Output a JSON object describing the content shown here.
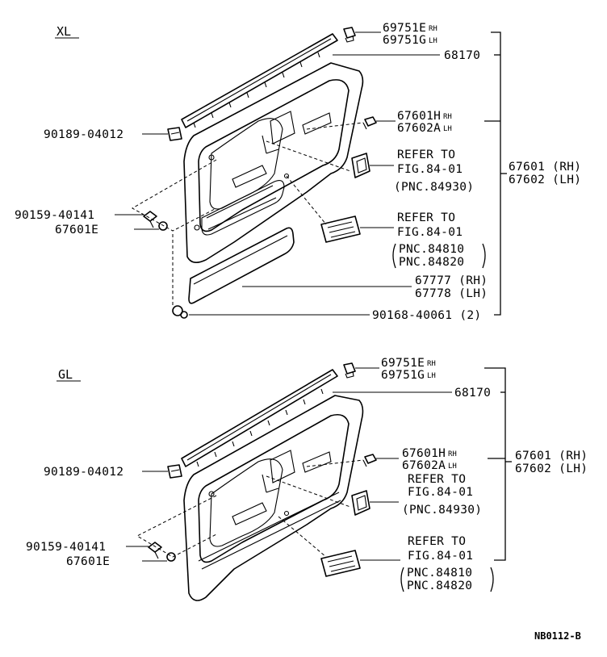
{
  "sections": [
    {
      "id": "xl",
      "title": "XL",
      "callouts": {
        "clip_top": {
          "a": "69751E",
          "a_side": "RH",
          "b": "69751G",
          "b_side": "LH"
        },
        "weatherstrip": "68170",
        "fastener": {
          "a": "67601H",
          "a_side": "RH",
          "b": "67602A",
          "b_side": "LH"
        },
        "ref1": {
          "l1": "REFER TO",
          "l2": "FIG.84-01",
          "l3": "(PNC.84930)"
        },
        "ref2": {
          "l1": "REFER TO",
          "l2": "FIG.84-01",
          "l3": "PNC.84810",
          "l4": "PNC.84820"
        },
        "pocket": {
          "a": "67777 (RH)",
          "b": "67778 (LH)"
        },
        "clip_bottom": "90168-40061 (2)",
        "assembly": {
          "a": "67601 (RH)",
          "b": "67602 (LH)"
        },
        "clip_left": "90189-04012",
        "screw": "90159-40141",
        "cap": "67601E"
      }
    },
    {
      "id": "gl",
      "title": "GL",
      "callouts": {
        "clip_top": {
          "a": "69751E",
          "a_side": "RH",
          "b": "69751G",
          "b_side": "LH"
        },
        "weatherstrip": "68170",
        "fastener": {
          "a": "67601H",
          "a_side": "RH",
          "b": "67602A",
          "b_side": "LH"
        },
        "ref1": {
          "l1": "REFER TO",
          "l2": "FIG.84-01",
          "l3": "(PNC.84930)"
        },
        "ref2": {
          "l1": "REFER TO",
          "l2": "FIG.84-01",
          "l3": "PNC.84810",
          "l4": "PNC.84820"
        },
        "assembly": {
          "a": "67601 (RH)",
          "b": "67602 (LH)"
        },
        "clip_left": "90189-04012",
        "screw": "90159-40141",
        "cap": "67601E"
      }
    }
  ],
  "figure_ref": "NB0112-B"
}
